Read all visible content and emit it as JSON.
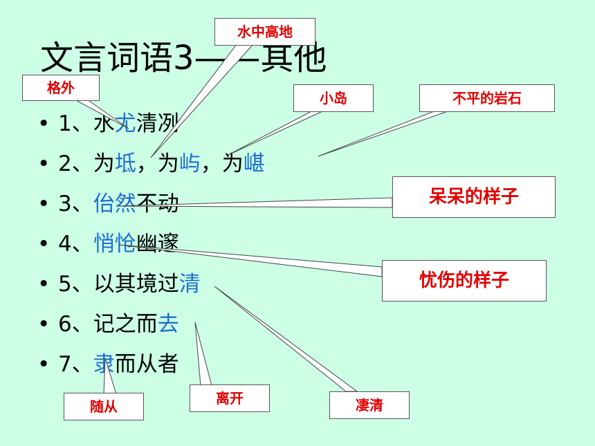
{
  "slide": {
    "title": "文言词语3——其他",
    "bullet": "•",
    "items": [
      {
        "num": "1、",
        "parts": [
          {
            "t": "水"
          },
          {
            "t": "尤",
            "hl": true
          },
          {
            "t": "清冽"
          }
        ]
      },
      {
        "num": "2、",
        "parts": [
          {
            "t": "为"
          },
          {
            "t": "坻",
            "hl": true
          },
          {
            "t": "，为"
          },
          {
            "t": "屿",
            "hl": true
          },
          {
            "t": "，为"
          },
          {
            "t": "嵁",
            "hl": true
          }
        ]
      },
      {
        "num": "3、",
        "parts": [
          {
            "t": "佁然",
            "hl": true
          },
          {
            "t": "不动"
          }
        ]
      },
      {
        "num": "4、",
        "parts": [
          {
            "t": "悄怆",
            "hl": true
          },
          {
            "t": "幽邃"
          }
        ]
      },
      {
        "num": "5、",
        "parts": [
          {
            "t": "以其境过"
          },
          {
            "t": "清",
            "hl": true
          }
        ]
      },
      {
        "num": "6、",
        "parts": [
          {
            "t": "记之而"
          },
          {
            "t": "去",
            "hl": true
          }
        ]
      },
      {
        "num": "7、",
        "parts": [
          {
            "t": "隶",
            "hl": true
          },
          {
            "t": "而从者"
          }
        ]
      }
    ]
  },
  "callouts": {
    "shuizhong": "水中高地",
    "gewai": "格外",
    "xiaodao": "小岛",
    "buping": "不平的岩石",
    "daidai": "呆呆的样子",
    "youshang": "忧伤的样子",
    "suicong": "随从",
    "likai": "离开",
    "qiqing": "凄清"
  },
  "colors": {
    "background": "#ccffe6",
    "highlight": "#1e6fd0",
    "callout_text": "#e00000"
  }
}
